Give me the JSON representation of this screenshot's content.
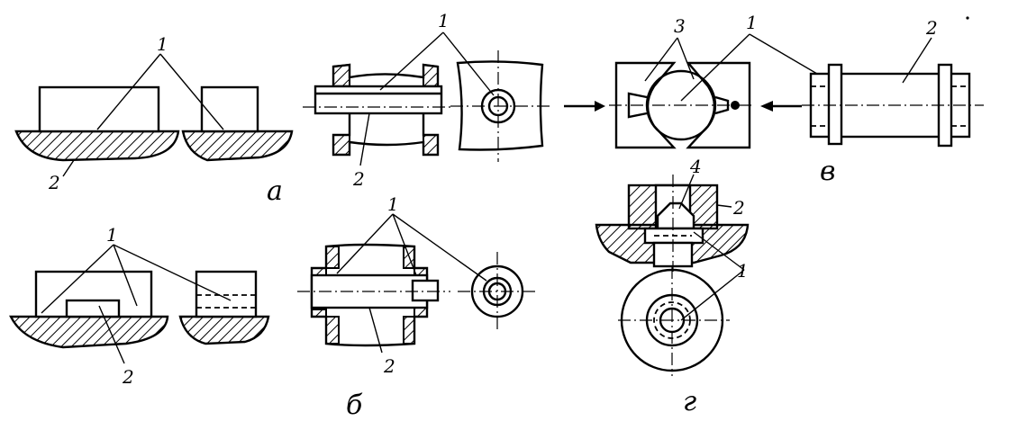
{
  "labels": {
    "one": "1",
    "two": "2",
    "three": "3",
    "four": "4",
    "variant_a": "а",
    "variant_b": "б",
    "variant_v": "в",
    "variant_g": "г"
  }
}
